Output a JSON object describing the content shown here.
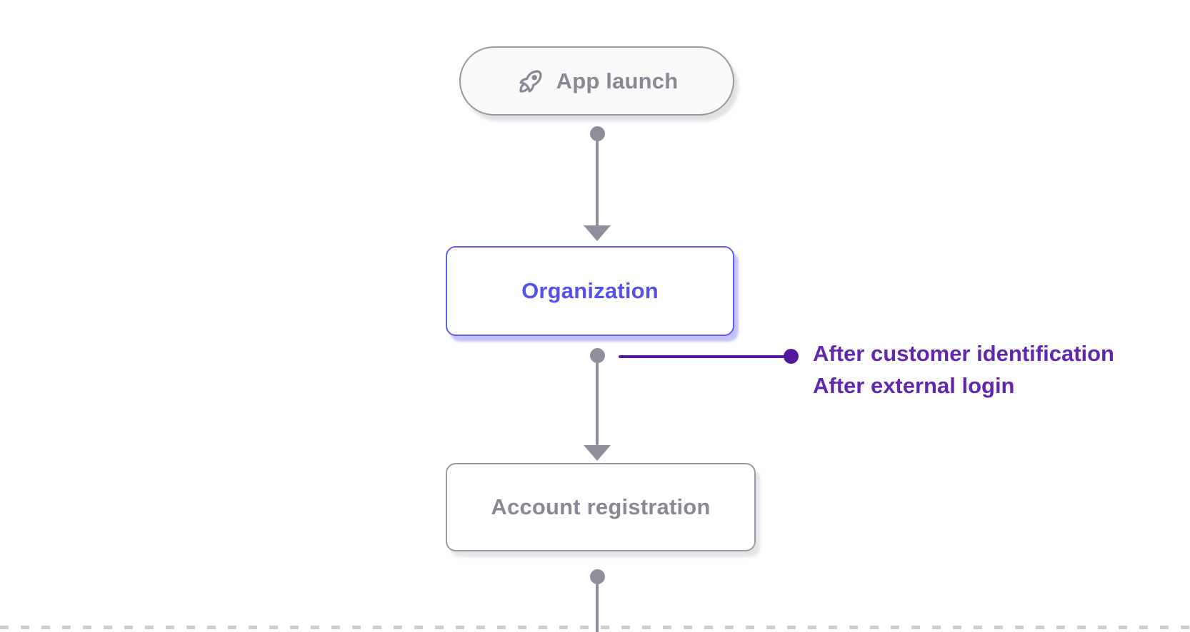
{
  "diagram": {
    "type": "flowchart",
    "direction": "top-down",
    "nodes": [
      {
        "id": "app-launch",
        "label": "App launch",
        "shape": "stadium",
        "icon": "rocket-icon",
        "highlighted": false
      },
      {
        "id": "organization",
        "label": "Organization",
        "shape": "rounded-rect",
        "highlighted": true
      },
      {
        "id": "account-registration",
        "label": "Account registration",
        "shape": "rounded-rect",
        "highlighted": false
      }
    ],
    "edges": [
      {
        "from": "app-launch",
        "to": "organization",
        "style": "dot-arrow"
      },
      {
        "from": "organization",
        "to": "account-registration",
        "style": "dot-arrow"
      },
      {
        "from": "account-registration",
        "to": null,
        "style": "dot-line-continues"
      }
    ],
    "annotation": {
      "lines": [
        "After customer identification",
        "After external login"
      ]
    },
    "colors": {
      "background": "#ffffff",
      "highlight_border": "#615cf2",
      "highlight_text": "#5550ee",
      "highlight_shadow": "#b3b0f8",
      "node_border": "#9b97a4",
      "node_text": "#8b8794",
      "node_fill": "#ffffff",
      "stadium_fill": "#f9f9f9",
      "connector_gray": "#918e9b",
      "annotation_accent": "#521a9b",
      "annotation_text": "#6227af",
      "cut_line_dash": "#cdcdcd"
    }
  }
}
